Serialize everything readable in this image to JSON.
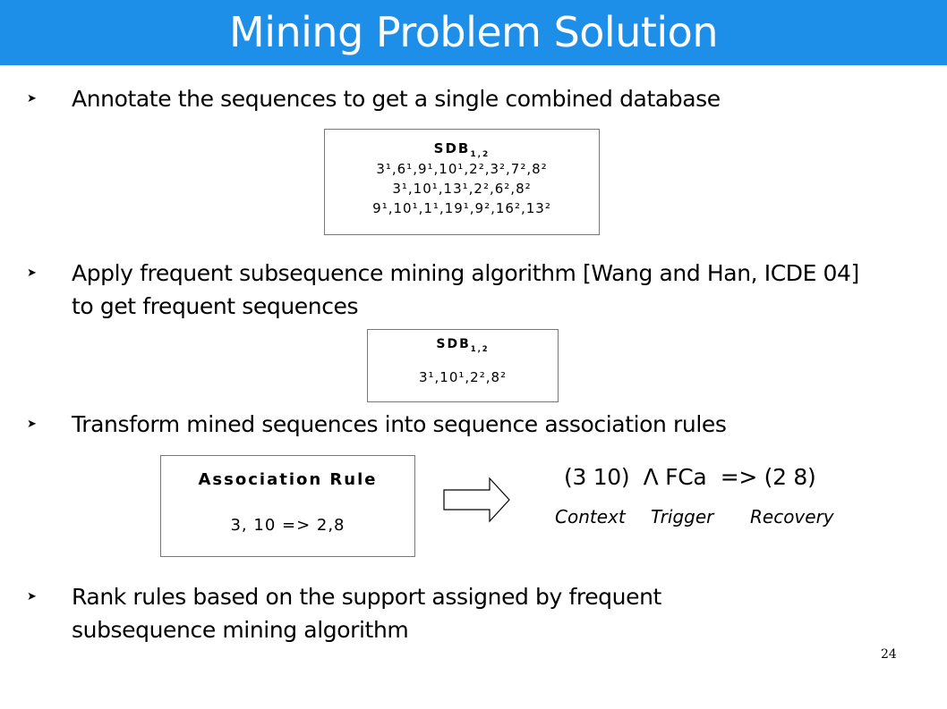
{
  "title": "Mining Problem Solution",
  "bullets": [
    "Annotate the sequences to get a single combined database",
    "Apply frequent subsequence mining algorithm [Wang and Han, ICDE 04] to get frequent sequences",
    "Transform mined sequences into sequence association rules",
    "Rank rules based on the support assigned by frequent subsequence mining algorithm"
  ],
  "sdb_combined": {
    "header": "SDB",
    "header_sub": "1,2",
    "rows": [
      "3¹,6¹,9¹,10¹,2²,3²,7²,8²",
      "3¹,10¹,13¹,2²,6²,8²",
      "9¹,10¹,1¹,19¹,9²,16²,13²"
    ]
  },
  "sdb_frequent": {
    "header": "SDB",
    "header_sub": "1,2",
    "rows": [
      "3¹,10¹,2²,8²"
    ]
  },
  "association_rule": {
    "header": "Association Rule",
    "rule": "3, 10 => 2,8"
  },
  "formula": {
    "context": "(3 10)",
    "and": "Λ FCa",
    "recovery": "=> (2 8)",
    "labels": [
      "Context",
      "Trigger",
      "Recovery"
    ]
  },
  "page_number": "24"
}
